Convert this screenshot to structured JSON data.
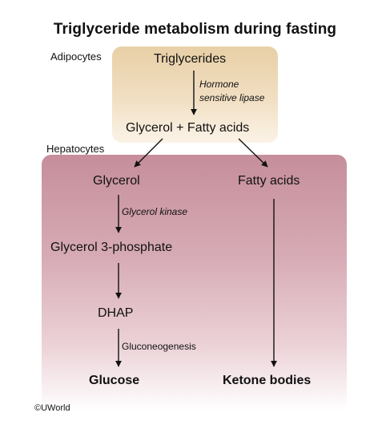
{
  "title": "Triglyceride metabolism during fasting",
  "regions": {
    "adipocytes": "Adipocytes",
    "hepatocytes": "Hepatocytes"
  },
  "nodes": {
    "triglycerides": "Triglycerides",
    "glycerol_fatty_acids": "Glycerol + Fatty acids",
    "glycerol": "Glycerol",
    "fatty_acids": "Fatty acids",
    "glycerol_3_phosphate": "Glycerol 3-phosphate",
    "dhap": "DHAP",
    "glucose": "Glucose",
    "ketone_bodies": "Ketone bodies"
  },
  "enzymes": {
    "hormone_sensitive_lipase_line1": "Hormone",
    "hormone_sensitive_lipase_line2": "sensitive lipase",
    "glycerol_kinase": "Glycerol kinase"
  },
  "processes": {
    "gluconeogenesis": "Gluconeogenesis"
  },
  "copyright": "©UWorld",
  "colors": {
    "adipocyte_box": "#e8cfa6",
    "hepatocyte_box": "#c58e9a",
    "arrow": "#111111"
  }
}
